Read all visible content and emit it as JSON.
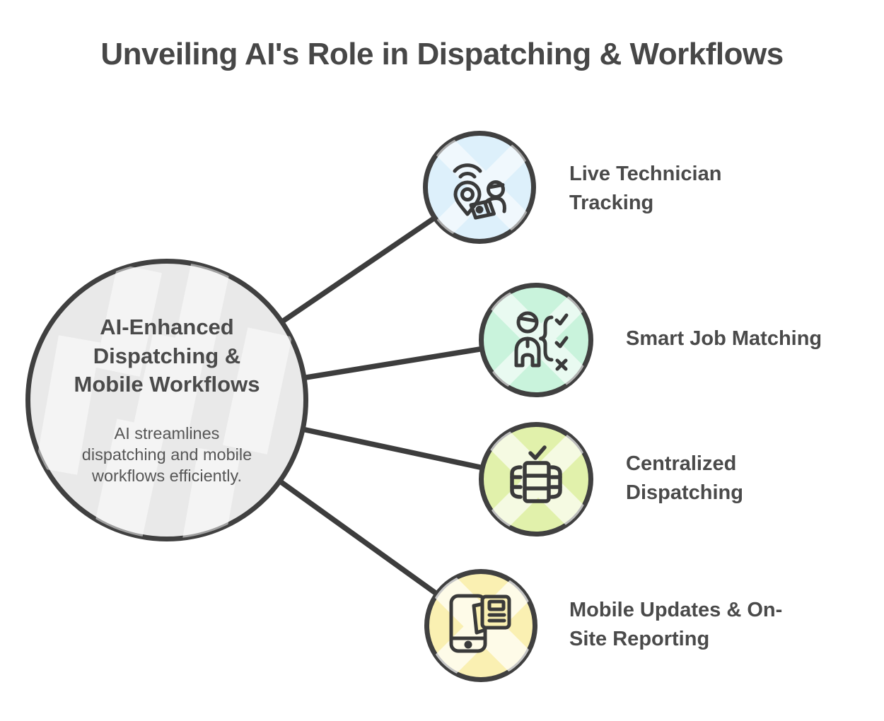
{
  "title": "Unveiling AI's Role in Dispatching & Workflows",
  "center_node": {
    "heading": "AI-Enhanced Dispatching & Mobile Workflows",
    "description": "AI streamlines dispatching and mobile workflows efficiently.",
    "fill": "#e9e9e9"
  },
  "branch_nodes": [
    {
      "label": "Live Technician Tracking",
      "icon": "live-technician-tracking-icon",
      "fill": "#ddf0fb"
    },
    {
      "label": "Smart Job Matching",
      "icon": "smart-job-matching-icon",
      "fill": "#c9f3dc"
    },
    {
      "label": "Centralized Dispatching",
      "icon": "centralized-dispatching-icon",
      "fill": "#e1f1ab"
    },
    {
      "label": "Mobile Updates & On-Site Reporting",
      "icon": "mobile-reporting-icon",
      "fill": "#faf0b2"
    }
  ],
  "style": {
    "connector_color": "#3d3d3d",
    "circle_border_color": "#404040",
    "icon_stroke": "#3a3a3a",
    "title_color": "#474747",
    "label_color": "#4a4a4a"
  }
}
